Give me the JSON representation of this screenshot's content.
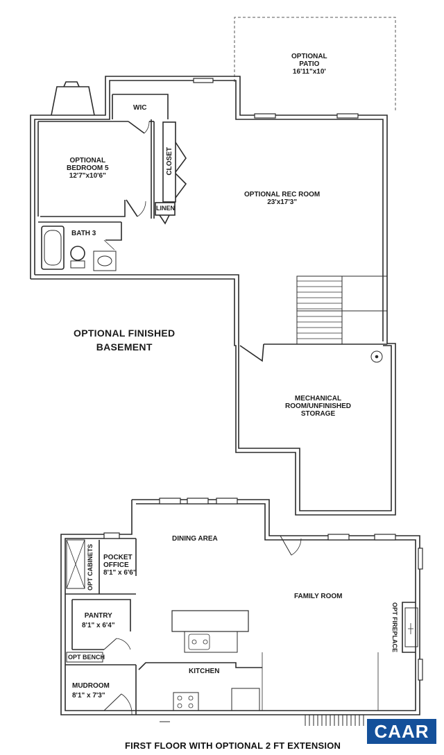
{
  "plan_title": "FIRST FLOOR WITH OPTIONAL 2 FT EXTENSION",
  "logo": {
    "text": "CAAR",
    "color": "#14509a"
  },
  "colors": {
    "wall": "#2a2a2a",
    "wall_fill": "#f2f2f2",
    "dashed": "#555555",
    "logo": "#14509a"
  },
  "basement": {
    "heading_line1": "OPTIONAL FINISHED",
    "heading_line2": "BASEMENT",
    "rooms": {
      "patio": {
        "line1": "OPTIONAL",
        "line2": "PATIO",
        "dims": "16'11\"x10'"
      },
      "wic": {
        "name": "WIC"
      },
      "closet": {
        "name": "CLOSET"
      },
      "bedroom": {
        "line1": "OPTIONAL",
        "line2": "BEDROOM 5",
        "dims": "12'7\"x10'6\""
      },
      "rec_room": {
        "name": "OPTIONAL REC ROOM",
        "dims": "23'x17'3\""
      },
      "linen": {
        "name": "LINEN"
      },
      "bath": {
        "name": "BATH 3"
      },
      "mechanical": {
        "line1": "MECHANICAL",
        "line2": "ROOM/UNFINISHED",
        "line3": "STORAGE"
      }
    }
  },
  "first_floor": {
    "rooms": {
      "opt_cabinets": {
        "name": "OPT CABINETS"
      },
      "pocket_office": {
        "line1": "POCKET",
        "line2": "OFFICE",
        "dims": "8'1\" x 6'6\""
      },
      "dining": {
        "name": "DINING AREA"
      },
      "family": {
        "name": "FAMILY ROOM"
      },
      "pantry": {
        "name": "PANTRY",
        "dims": "8'1\" x 6'4\""
      },
      "opt_fireplace": {
        "name": "OPT FIREPLACE"
      },
      "opt_bench": {
        "name": "OPT BENCH"
      },
      "kitchen": {
        "name": "KITCHEN"
      },
      "mudroom": {
        "name": "MUDROOM",
        "dims": "8'1\" x 7'3\""
      }
    }
  }
}
